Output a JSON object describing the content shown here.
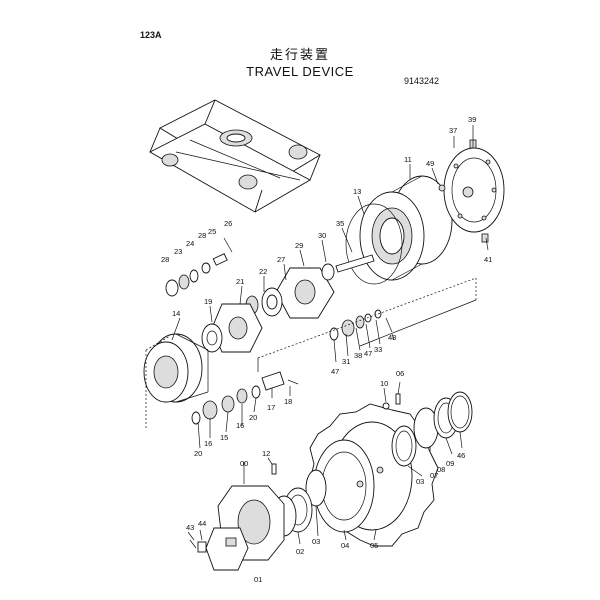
{
  "header": {
    "page_number": "123A",
    "title_jp": "走行装置",
    "title_en": "TRAVEL DEVICE",
    "drawing_number": "9143242"
  },
  "labels": {
    "l00": "00",
    "l01": "01",
    "l02": "02",
    "l03a": "03",
    "l03b": "03",
    "l04": "04",
    "l05": "05",
    "l06": "06",
    "l07": "07",
    "l08": "08",
    "l09": "09",
    "l10": "10",
    "l11": "11",
    "l12": "12",
    "l13": "13",
    "l14": "14",
    "l15": "15",
    "l16a": "16",
    "l16b": "16",
    "l17": "17",
    "l18": "18",
    "l19": "19",
    "l20a": "20",
    "l20b": "20",
    "l21": "21",
    "l22": "22",
    "l23": "23",
    "l24": "24",
    "l25": "25",
    "l26": "26",
    "l27": "27",
    "l28a": "28",
    "l28b": "28",
    "l29": "29",
    "l30": "30",
    "l31": "31",
    "l33": "33",
    "l35": "35",
    "l37": "37",
    "l38": "38",
    "l39": "39",
    "l41": "41",
    "l43": "43",
    "l44": "44",
    "l46": "46",
    "l47a": "47",
    "l47b": "47",
    "l48": "48",
    "l49": "49"
  }
}
